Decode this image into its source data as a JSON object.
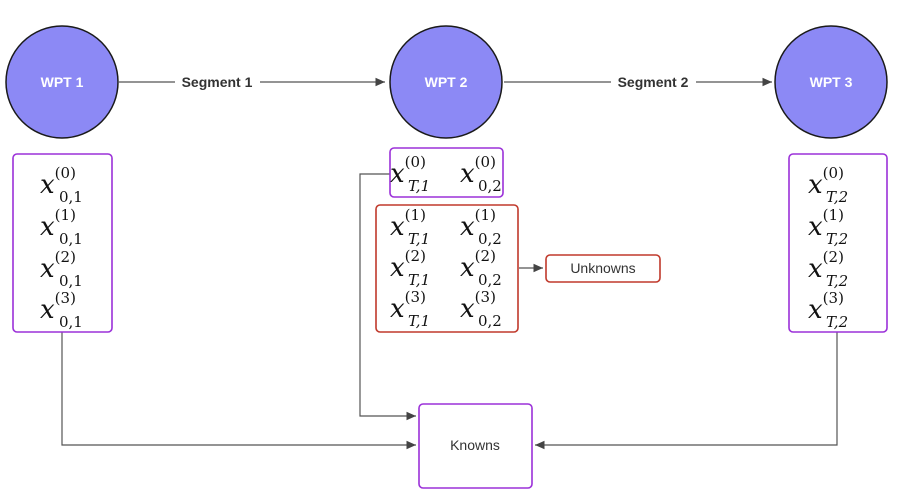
{
  "waypoints": [
    {
      "label": "WPT 1"
    },
    {
      "label": "WPT 2"
    },
    {
      "label": "WPT 3"
    }
  ],
  "segments": [
    {
      "label": "Segment 1"
    },
    {
      "label": "Segment 2"
    }
  ],
  "variables": {
    "wpt1": [
      {
        "base": "x",
        "sup": "(0)",
        "sub": "0,1"
      },
      {
        "base": "x",
        "sup": "(1)",
        "sub": "0,1"
      },
      {
        "base": "x",
        "sup": "(2)",
        "sub": "0,1"
      },
      {
        "base": "x",
        "sup": "(3)",
        "sub": "0,1"
      }
    ],
    "wpt2_known": [
      {
        "base": "x",
        "sup": "(0)",
        "sub": "T,1"
      },
      {
        "base": "x",
        "sup": "(0)",
        "sub": "0,2"
      }
    ],
    "wpt2_unknown": [
      {
        "base": "x",
        "sup": "(1)",
        "sub": "T,1"
      },
      {
        "base": "x",
        "sup": "(1)",
        "sub": "0,2"
      },
      {
        "base": "x",
        "sup": "(2)",
        "sub": "T,1"
      },
      {
        "base": "x",
        "sup": "(2)",
        "sub": "0,2"
      },
      {
        "base": "x",
        "sup": "(3)",
        "sub": "T,1"
      },
      {
        "base": "x",
        "sup": "(3)",
        "sub": "0,2"
      }
    ],
    "wpt3": [
      {
        "base": "x",
        "sup": "(0)",
        "sub": "T,2"
      },
      {
        "base": "x",
        "sup": "(1)",
        "sub": "T,2"
      },
      {
        "base": "x",
        "sup": "(2)",
        "sub": "T,2"
      },
      {
        "base": "x",
        "sup": "(3)",
        "sub": "T,2"
      }
    ]
  },
  "unknowns_label": "Unknowns",
  "knowns_label": "Knowns",
  "colors": {
    "node_fill": "#8c89f5",
    "known_box_border": "#9b30d9",
    "unknown_box_border": "#c0392b"
  }
}
